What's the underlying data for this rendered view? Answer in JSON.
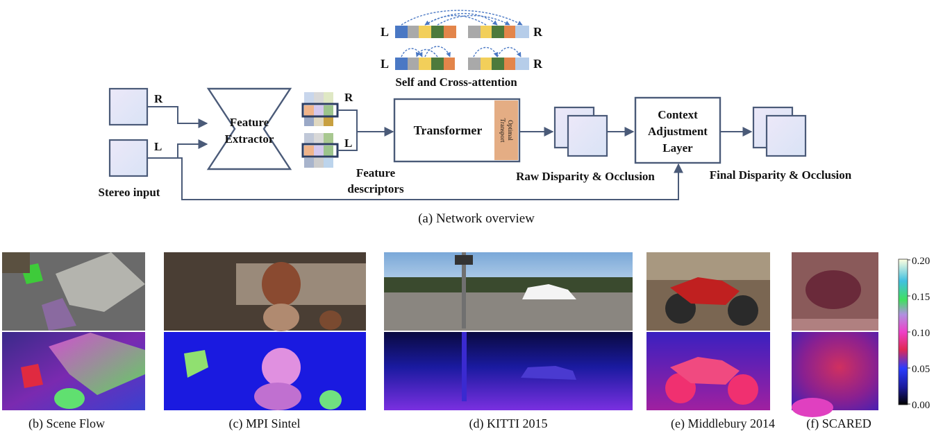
{
  "colors": {
    "line": "#4a5a78",
    "box_fill": "#e6e1f6",
    "blue": "#4a78c4",
    "gray": "#a9a9a9",
    "yellow": "#f2cf5a",
    "green": "#4d7a3c",
    "orange": "#e3854a",
    "lightblue": "#b6cde9",
    "peach": "#e4ad84"
  },
  "attention": {
    "left_label": "L",
    "right_label": "R",
    "caption": "Self and Cross-attention"
  },
  "overview": {
    "input_r": "R",
    "input_l": "L",
    "stereo_input": "Stereo input",
    "feature_extractor": [
      "Feature",
      "Extractor"
    ],
    "desc_r": "R",
    "desc_l": "L",
    "feature_descriptors": [
      "Feature",
      "descriptors"
    ],
    "transformer": "Transformer",
    "optimal_transport": [
      "Optimal",
      "Transport"
    ],
    "raw_output": "Raw Disparity & Occlusion",
    "context_layer": [
      "Context",
      "Adjustment",
      "Layer"
    ],
    "final_output": "Final Disparity & Occlusion",
    "caption": "(a) Network overview"
  },
  "panels": [
    {
      "caption": "(b) Scene Flow"
    },
    {
      "caption": "(c) MPI Sintel"
    },
    {
      "caption": "(d) KITTI 2015"
    },
    {
      "caption": "(e) Middlebury 2014"
    },
    {
      "caption": "(f) SCARED"
    }
  ],
  "colorbar": {
    "ticks": [
      "0.20",
      "0.15",
      "0.10",
      "0.05",
      "0.00"
    ]
  }
}
